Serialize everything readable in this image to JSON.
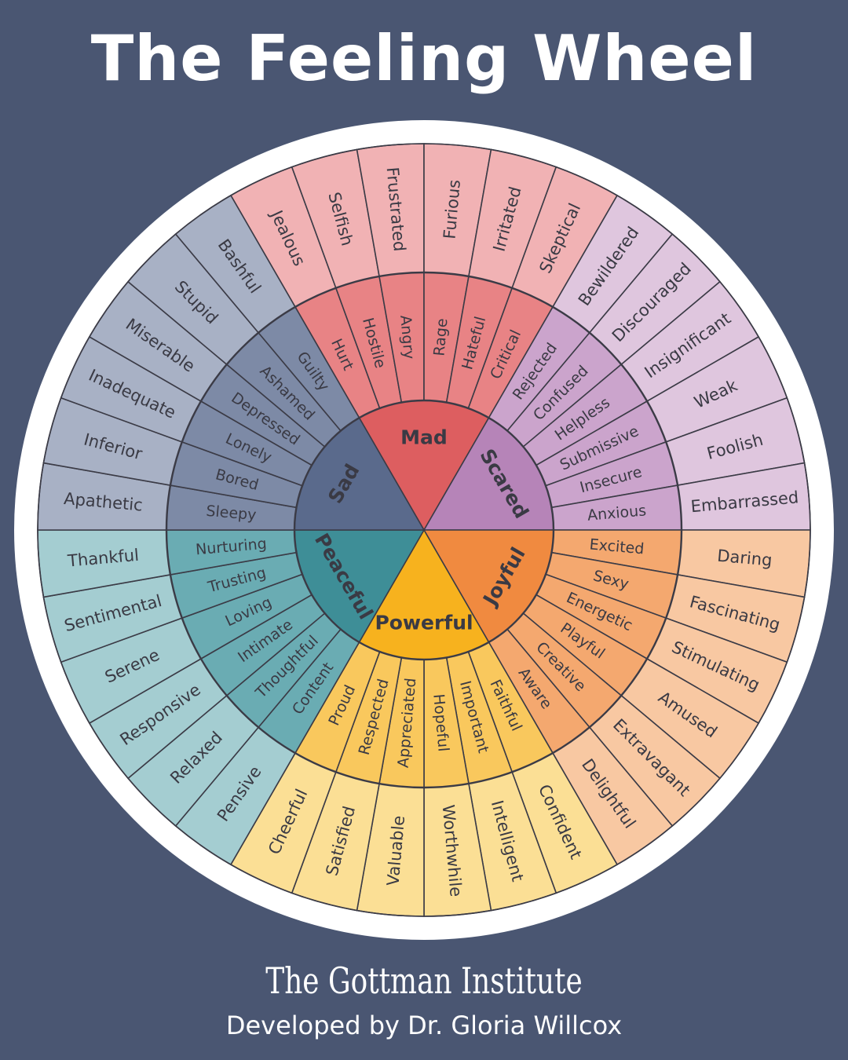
{
  "title": "The Feeling Wheel",
  "brand": "The Gottman Institute",
  "credit": "Developed by Dr. Gloria Willcox",
  "colors": {
    "background": "#4a5672",
    "outer_ring": "#ffffff",
    "divider": "#3b3b46"
  },
  "sectors": [
    {
      "core": "Mad",
      "colors": {
        "core": "#dd5e60",
        "mid": "#e88385",
        "outer": "#f1b2b4"
      },
      "middle": [
        "Hurt",
        "Hostile",
        "Angry",
        "Rage",
        "Hateful",
        "Critical"
      ],
      "outer": [
        "Jealous",
        "Selfish",
        "Frustrated",
        "Furious",
        "Irritated",
        "Skeptical"
      ]
    },
    {
      "core": "Scared",
      "colors": {
        "core": "#b684b8",
        "mid": "#cba4cc",
        "outer": "#dfc6de"
      },
      "middle": [
        "Rejected",
        "Confused",
        "Helpless",
        "Submissive",
        "Insecure",
        "Anxious"
      ],
      "outer": [
        "Bewildered",
        "Discouraged",
        "Insignificant",
        "Weak",
        "Foolish",
        "Embarrassed"
      ]
    },
    {
      "core": "Joyful",
      "colors": {
        "core": "#f08a40",
        "mid": "#f4a86f",
        "outer": "#f8c8a2"
      },
      "middle": [
        "Excited",
        "Sexy",
        "Energetic",
        "Playful",
        "Creative",
        "Aware"
      ],
      "outer": [
        "Daring",
        "Fascinating",
        "Stimulating",
        "Amused",
        "Extravagant",
        "Delightful"
      ]
    },
    {
      "core": "Powerful",
      "colors": {
        "core": "#f7b21e",
        "mid": "#f9c85d",
        "outer": "#fbdf95"
      },
      "middle": [
        "Faithful",
        "Important",
        "Hopeful",
        "Appreciated",
        "Respected",
        "Proud"
      ],
      "outer": [
        "Confident",
        "Intelligent",
        "Worthwhile",
        "Valuable",
        "Satisfied",
        "Cheerful"
      ]
    },
    {
      "core": "Peaceful",
      "colors": {
        "core": "#3e8e97",
        "mid": "#6aacb3",
        "outer": "#a4cdd1"
      },
      "middle": [
        "Content",
        "Thoughtful",
        "Intimate",
        "Loving",
        "Trusting",
        "Nurturing"
      ],
      "outer": [
        "Pensive",
        "Relaxed",
        "Responsive",
        "Serene",
        "Sentimental",
        "Thankful"
      ]
    },
    {
      "core": "Sad",
      "colors": {
        "core": "#5a6a8c",
        "mid": "#7d8aa6",
        "outer": "#a8b1c5"
      },
      "middle": [
        "Sleepy",
        "Bored",
        "Lonely",
        "Depressed",
        "Ashamed",
        "Guilty"
      ],
      "outer": [
        "Apathetic",
        "Inferior",
        "Inadequate",
        "Miserable",
        "Stupid",
        "Bashful"
      ]
    }
  ]
}
